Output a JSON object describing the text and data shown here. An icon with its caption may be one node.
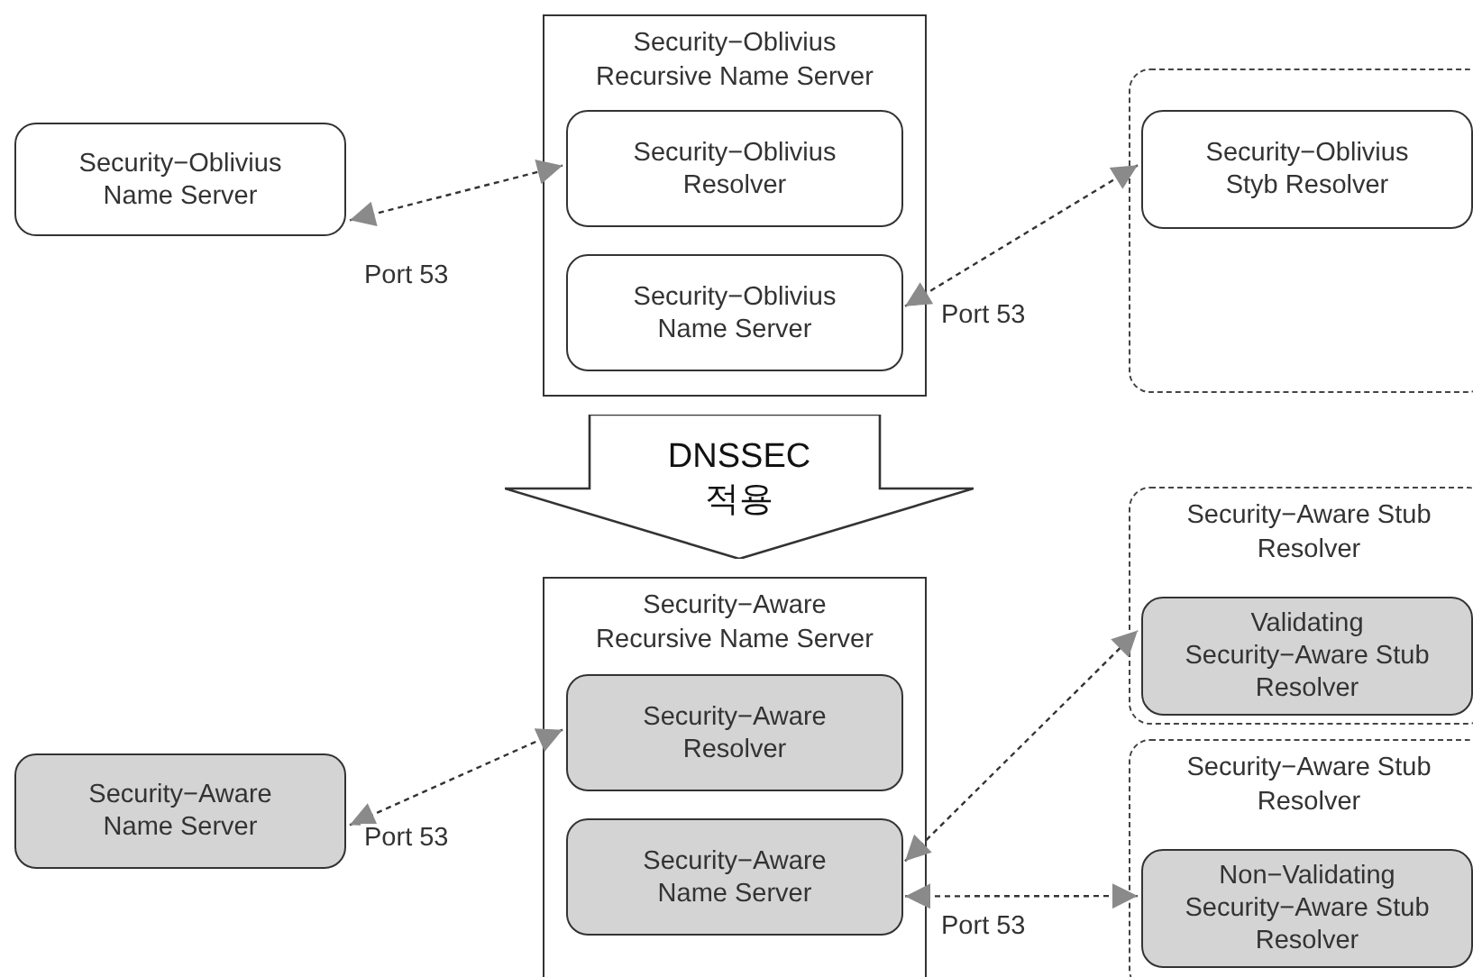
{
  "diagram": {
    "nodes": [
      {
        "text": [
          "Security−Oblivius Name Server"
        ]
      },
      {
        "text": [
          "Security−Oblivius Recursive Name Server"
        ]
      },
      {
        "text": [
          "Security−Oblivius Resolver"
        ],
        "in": 1
      },
      {
        "text": [
          "Security−Oblivius Name Server"
        ],
        "in": 1
      },
      {
        "text": [],
        "shape": "box"
      },
      {
        "text": [
          "Security−Oblivius Styb Resolver"
        ],
        "in": 4
      },
      {
        "text": [
          "DNSSEC 적용"
        ]
      },
      {
        "text": [
          "Security−Aware Name Server"
        ]
      },
      {
        "text": [
          "Security−Aware Recursive Name Server"
        ]
      },
      {
        "text": [
          "Security−Aware Resolver"
        ],
        "in": 8
      },
      {
        "text": [
          "Security−Aware Name Server"
        ],
        "in": 8
      },
      {
        "text": [
          "Security−Aware Stub Resolver"
        ]
      },
      {
        "text": [
          "Validating Security−Aware Stub Resolver"
        ],
        "in": 11
      },
      {
        "text": [
          "Security−Aware Stub Resolver"
        ]
      },
      {
        "text": [
          "Non−Validating Security−Aware Stub Resolver"
        ],
        "in": 13
      }
    ],
    "edges": [
      {
        "from": 0,
        "to": 2,
        "arrow": "both",
        "style": "dashed",
        "label": "Port 53"
      },
      {
        "from": 3,
        "to": 5,
        "arrow": "both",
        "style": "dashed",
        "label": "Port 53"
      },
      {
        "from": 7,
        "to": 9,
        "arrow": "both",
        "style": "dashed",
        "label": "Port 53"
      },
      {
        "from": 10,
        "to": 12,
        "arrow": "both",
        "style": "dashed"
      },
      {
        "from": 10,
        "to": 14,
        "arrow": "both",
        "style": "dashed",
        "label": "Port 53"
      }
    ]
  }
}
